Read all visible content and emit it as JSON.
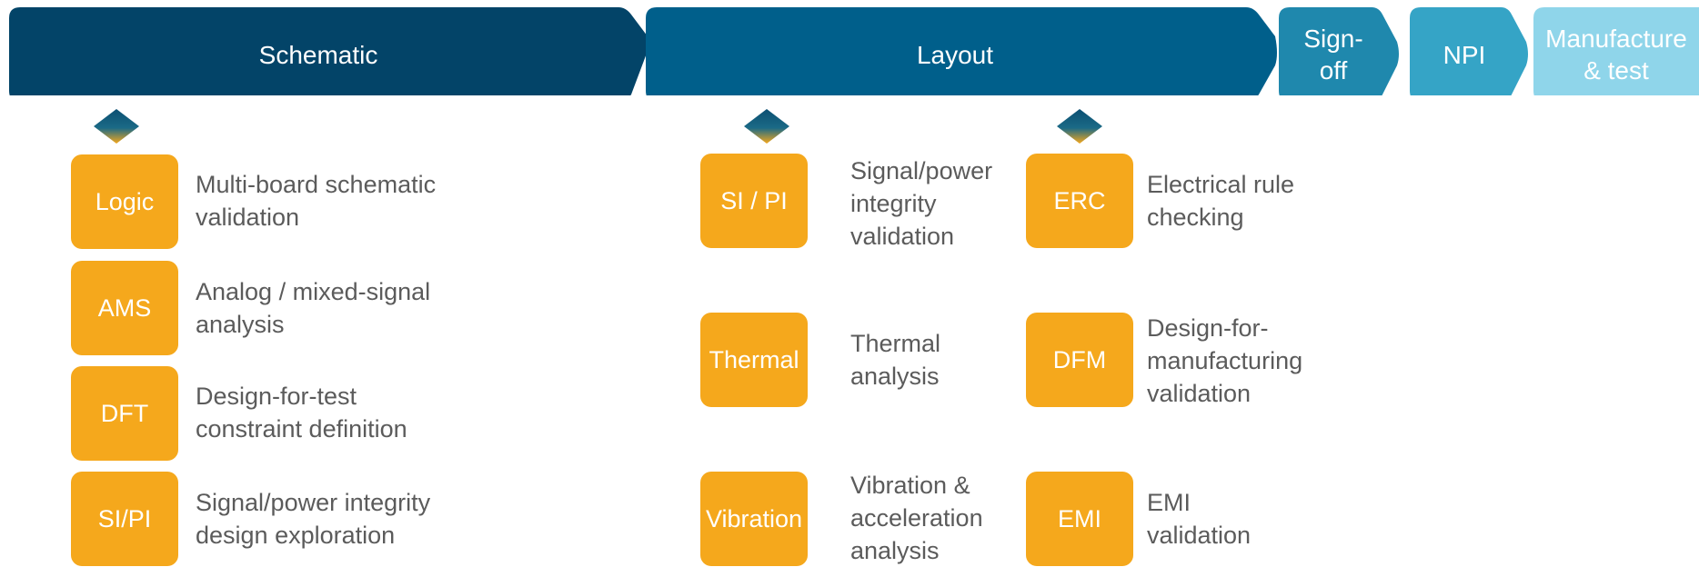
{
  "stages": {
    "schematic": "Schematic",
    "layout": "Layout",
    "signoff": [
      "Sign-",
      "off"
    ],
    "npi": "NPI",
    "manufacture": [
      "Manufacture",
      "& test"
    ]
  },
  "schematic_items": [
    {
      "badge": "Logic",
      "lines": [
        "Multi-board schematic",
        "validation"
      ]
    },
    {
      "badge": "AMS",
      "lines": [
        "Analog / mixed-signal",
        "analysis"
      ]
    },
    {
      "badge": "DFT",
      "lines": [
        "Design-for-test",
        "constraint definition"
      ]
    },
    {
      "badge": "SI/PI",
      "lines": [
        "Signal/power integrity",
        "design exploration"
      ]
    }
  ],
  "layout_items_left": [
    {
      "badge": "SI / PI",
      "lines": [
        "Signal/power",
        "integrity",
        "validation"
      ]
    },
    {
      "badge": "Thermal",
      "lines": [
        "Thermal",
        "analysis"
      ]
    },
    {
      "badge": "Vibration",
      "lines": [
        "Vibration &",
        "acceleration",
        "analysis"
      ]
    }
  ],
  "layout_items_right": [
    {
      "badge": "ERC",
      "lines": [
        "Electrical rule",
        "checking"
      ]
    },
    {
      "badge": "DFM",
      "lines": [
        "Design-for-",
        "manufacturing",
        "validation"
      ]
    },
    {
      "badge": "EMI",
      "lines": [
        "EMI",
        "validation"
      ]
    }
  ],
  "colors": {
    "schematic": "#034468",
    "layout": "#005f8b",
    "signoff": "#1f88ad",
    "npi": "#35a4c6",
    "manufacture": "#8fd5ea",
    "badge": "#f5a81c",
    "text": "#5b5b5b"
  }
}
